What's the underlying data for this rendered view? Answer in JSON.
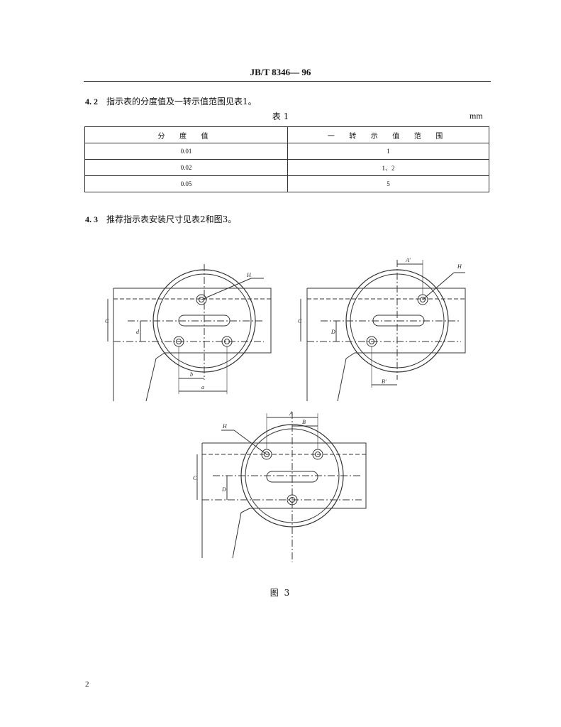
{
  "header": {
    "code": "JB/T  8346— 96"
  },
  "clause_4_2": {
    "number": "4. 2",
    "text": "指示表的分度值及一转示值范围见表1。"
  },
  "table1": {
    "caption": "表 1",
    "unit": "mm",
    "headers": [
      "分 度 值",
      "一 转 示 值 范 围"
    ],
    "rows": [
      [
        "0.01",
        "1"
      ],
      [
        "0.02",
        "1、2"
      ],
      [
        "0.05",
        "5"
      ]
    ]
  },
  "clause_4_3": {
    "number": "4. 3",
    "text": "推荐指示表安装尺寸见表2和图3。"
  },
  "figure": {
    "caption": "图 3",
    "labels": {
      "H": "H",
      "C": "C",
      "d": "d",
      "b": "b",
      "a": "a",
      "A_prime": "A'",
      "B_prime": "B'",
      "D": "D",
      "A": "A",
      "B": "B"
    }
  },
  "page_number": "2"
}
